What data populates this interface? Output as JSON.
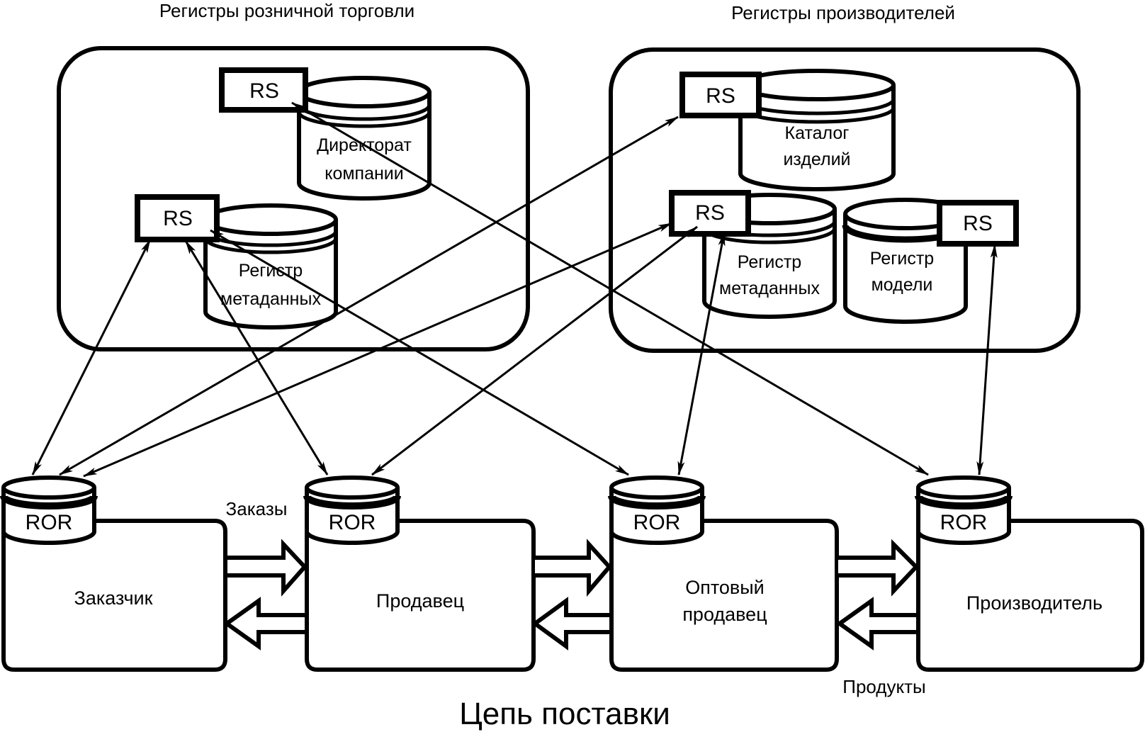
{
  "diagram": {
    "title": "Цепь поставки",
    "retail_group": {
      "title": "Регистры розничной торговли",
      "registry_1": {
        "rs_label": "RS",
        "db_label_lines": [
          "Директорат",
          "компании"
        ]
      },
      "registry_2": {
        "rs_label": "RS",
        "db_label_lines": [
          "Регистр",
          "метаданных"
        ]
      }
    },
    "manufacturer_group": {
      "title": "Регистры производителей",
      "registry_1": {
        "rs_label": "RS",
        "db_label_lines": [
          "Каталог",
          "изделий"
        ]
      },
      "registry_2": {
        "rs_label": "RS",
        "db_label_lines": [
          "Регистр",
          "метаданных"
        ]
      },
      "registry_3": {
        "rs_label": "RS",
        "db_label_lines": [
          "Регистр",
          "модели"
        ]
      }
    },
    "chain_nodes": [
      {
        "name": "Заказчик",
        "ror_label": "ROR"
      },
      {
        "name": "Продавец",
        "ror_label": "ROR"
      },
      {
        "name": "Оптовый продавец",
        "name_lines": [
          "Оптовый",
          "продавец"
        ],
        "ror_label": "ROR"
      },
      {
        "name": "Производитель",
        "ror_label": "ROR"
      }
    ],
    "flow_labels": {
      "orders": "Заказы",
      "products": "Продукты"
    },
    "colors": {
      "stroke": "#000000",
      "background": "#ffffff"
    }
  }
}
